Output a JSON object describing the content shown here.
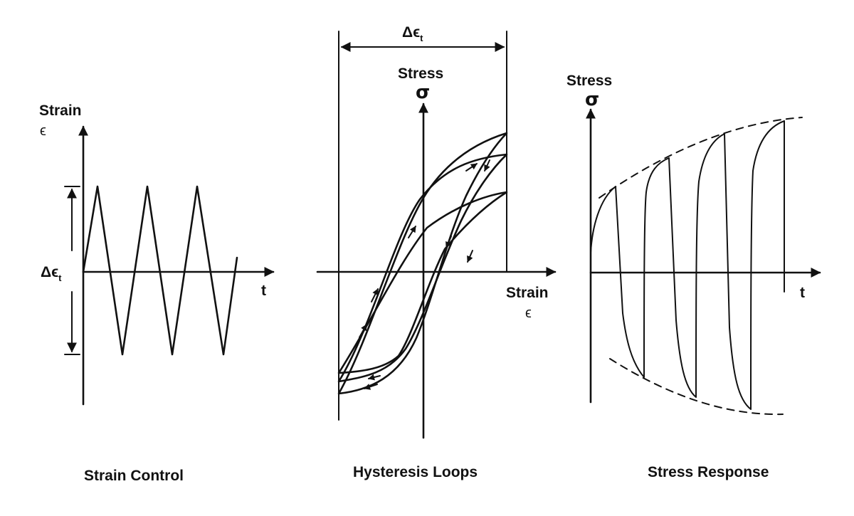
{
  "panels": [
    {
      "id": "strain-control",
      "caption": "Strain Control",
      "y_label": "Strain",
      "y_symbol": "ϵ",
      "x_label": "t",
      "range_label": {
        "delta": "Δϵ",
        "sub": "t"
      }
    },
    {
      "id": "hysteresis-loops",
      "caption": "Hysteresis Loops",
      "y_label": "Stress",
      "y_symbol": "σ",
      "x_label": "Strain",
      "x_symbol": "ϵ",
      "range_label": {
        "delta": "Δϵ",
        "sub": "t"
      }
    },
    {
      "id": "stress-response",
      "caption": "Stress Response",
      "y_label": "Stress",
      "y_symbol": "σ",
      "x_label": "t"
    }
  ],
  "colors": {
    "ink": "#111111",
    "background": "#ffffff"
  },
  "icons": [
    "arrowhead"
  ]
}
